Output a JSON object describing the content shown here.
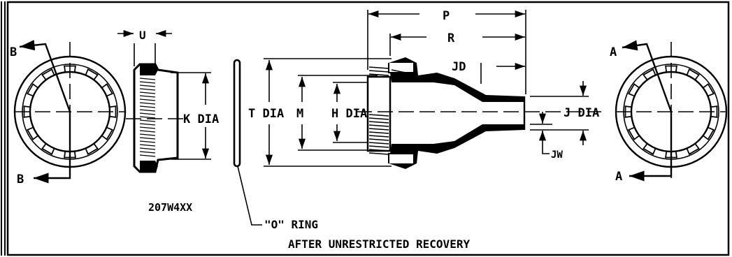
{
  "labels": {
    "section_b_top": "B",
    "section_b_bottom": "B",
    "section_a_top": "A",
    "section_a_bottom": "A",
    "dim_u": "U",
    "dim_k_dia": "K DIA",
    "dim_t_dia": "T DIA",
    "dim_m": "M",
    "dim_h_dia": "H DIA",
    "dim_p": "P",
    "dim_r": "R",
    "dim_jd": "JD",
    "dim_j_dia": "J DIA",
    "dim_jw": "JW",
    "part_number": "207W4XX",
    "o_ring": "\"O\" RING",
    "footer_note": "AFTER UNRESTRICTED RECOVERY"
  }
}
